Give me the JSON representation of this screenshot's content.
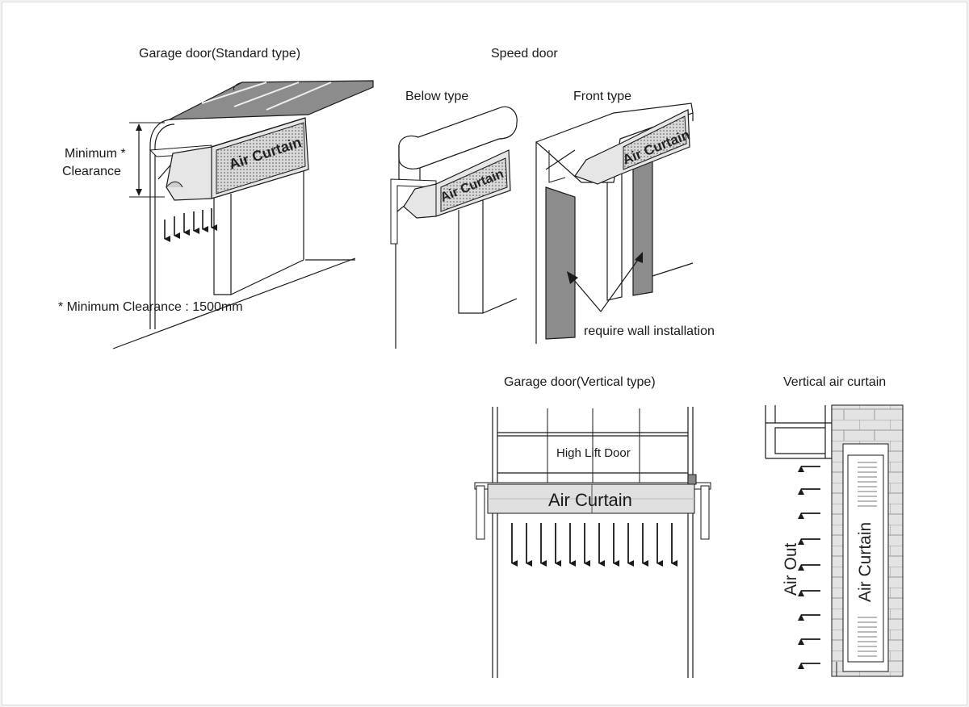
{
  "garage_standard": {
    "title": "Garage door(Standard type)",
    "unit_label": "Air Curtain",
    "min_clearance_label": "Minimum *",
    "clearance_label": "Clearance",
    "footnote": "* Minimum Clearance : 1500mm"
  },
  "speed_door": {
    "title": "Speed door",
    "below_type_label": "Below type",
    "front_type_label": "Front type",
    "below_unit_label": "Air Curtain",
    "front_unit_label": "Air Curtain",
    "wall_note": "require wall installation"
  },
  "garage_vertical": {
    "title": "Garage door(Vertical type)",
    "door_label": "High Lift Door",
    "unit_label": "Air Curtain"
  },
  "vertical_curtain": {
    "title": "Vertical air curtain",
    "air_out_label": "Air Out",
    "unit_label": "Air Curtain"
  },
  "colors": {
    "line": "#1a1a1a",
    "panel_gray": "#8a8a8a",
    "unit_gray": "#cfcfcf",
    "brick": "#e6e6e6"
  }
}
